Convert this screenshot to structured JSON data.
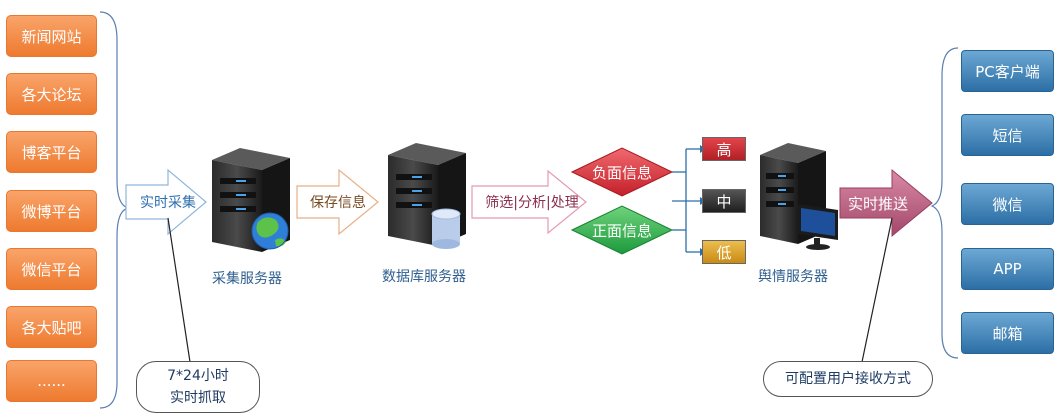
{
  "sources": [
    "新闻网站",
    "各大论坛",
    "博客平台",
    "微博平台",
    "微信平台",
    "各大贴吧",
    "......"
  ],
  "collect_label": "实时采集",
  "collect_note": [
    "7*24小时",
    "实时抓取"
  ],
  "collect_server": "采集服务器",
  "save_label": "保存信息",
  "db_server": "数据库服务器",
  "process_label": "筛选|分析|处理",
  "negative": "负面信息",
  "positive": "正面信息",
  "levels": [
    "高",
    "中",
    "低"
  ],
  "opinion_server": "舆情服务器",
  "push_label": "实时推送",
  "push_note": "可配置用户接收方式",
  "targets": [
    "PC客户端",
    "短信",
    "微信",
    "APP",
    "邮箱"
  ],
  "colors": {
    "source_orange": "#ee7a2f",
    "target_blue": "#2c6fa6",
    "negative_red": "#d8303a",
    "positive_green": "#2aa84a",
    "high": "#c0282e",
    "mid": "#333333",
    "low": "#d49a1e"
  }
}
